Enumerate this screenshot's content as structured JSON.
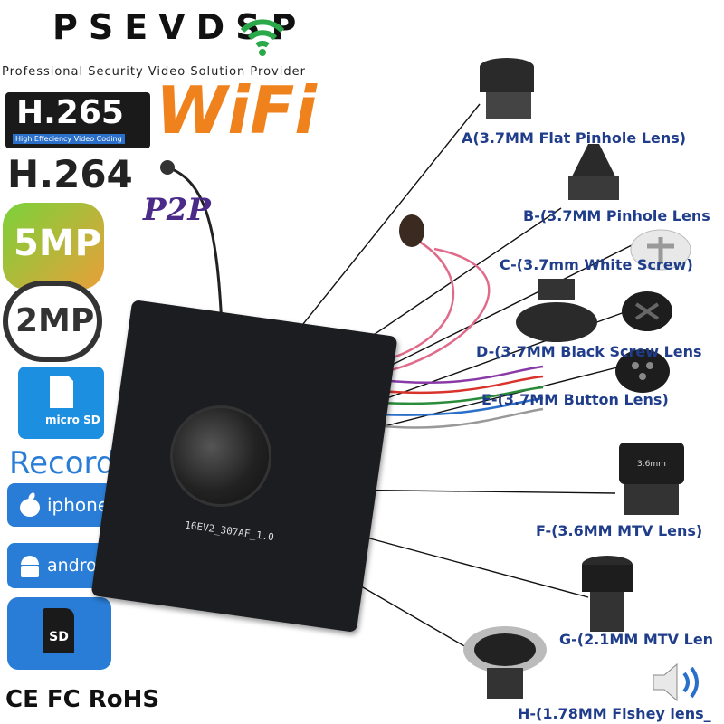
{
  "brand": {
    "name": "PSEVDSP",
    "tagline": "Professional Security Video Solution Provider"
  },
  "badges": {
    "h265": "H.265",
    "h265_sub": "High Effeciency Video Coding",
    "h264": "H.264",
    "wifi": "WiFi",
    "p2p": "P2P",
    "res_5mp": "5MP",
    "res_2mp": "2MP",
    "micro_sd": "micro SD",
    "record": "Record",
    "iphone": "iphone",
    "android": "android",
    "sd": "SD",
    "certs": "CE FC RoHS"
  },
  "lenses": [
    {
      "label": "A(3.7MM Flat Pinhole Lens)"
    },
    {
      "label": "B-(3.7MM Pinhole Lens"
    },
    {
      "label": "C-(3.7mm White Screw)"
    },
    {
      "label": "D-(3.7MM  Black Screw Lens"
    },
    {
      "label": "E-(3.7MM Button Lens)"
    },
    {
      "label": "F-(3.6MM MTV Lens)"
    },
    {
      "label": "G-(2.1MM MTV Len"
    },
    {
      "label": "H-(1.78MM Fishey lens_"
    }
  ],
  "board": {
    "chip_text": "16EV2_307AF_1.0"
  },
  "colors": {
    "wifi": "#f0821e",
    "accent_blue": "#2a7dd6",
    "label_blue": "#1f3d8a"
  }
}
